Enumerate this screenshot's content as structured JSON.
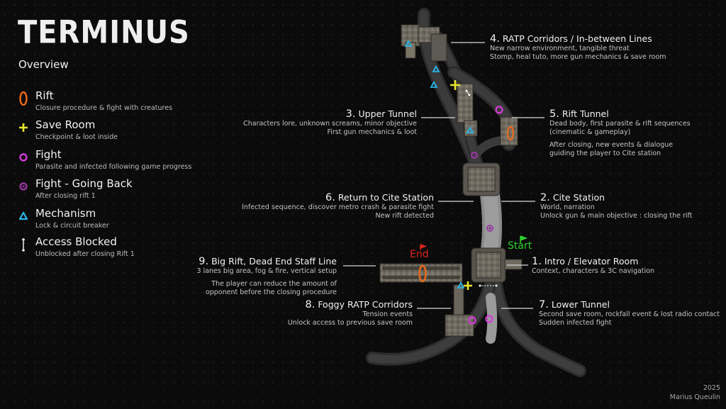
{
  "header": {
    "logo_text": "TERMINUS",
    "subtitle": "Overview"
  },
  "legend": [
    {
      "label": "Rift",
      "desc": "Closure procedure & fight with creatures",
      "icon": "rift-icon",
      "color": "#ef6b1c"
    },
    {
      "label": "Save Room",
      "desc": "Checkpoint & loot inside",
      "icon": "save-cross-icon",
      "color": "#e8e52a"
    },
    {
      "label": "Fight",
      "desc": "Parasite and infected following game progress",
      "icon": "fight-circle-icon",
      "color": "#d63ad9"
    },
    {
      "label": "Fight - Going Back",
      "desc": "After closing rift 1",
      "icon": "fight-back-circle-icon",
      "color": "#9b3aa3"
    },
    {
      "label": "Mechanism",
      "desc": "Lock & circuit breaker",
      "icon": "mechanism-triangle-icon",
      "color": "#29b6e8"
    },
    {
      "label": "Access Blocked",
      "desc": "Unblocked after closing Rift 1",
      "icon": "access-blocked-icon",
      "color": "#ffffff"
    }
  ],
  "areas": [
    {
      "num": "4.",
      "title": "RATP Corridors / In-between Lines",
      "lines": [
        "New narrow environment, tangible threat",
        "Stomp, heal tuto, more gun mechanics & save room"
      ]
    },
    {
      "num": "3.",
      "title": "Upper Tunnel",
      "lines": [
        "Characters lore, unknown screams, minor objective",
        "First gun mechanics & loot"
      ]
    },
    {
      "num": "5.",
      "title": "Rift Tunnel",
      "lines": [
        "Dead body, first parasite & rift sequences",
        "(cinematic & gameplay)"
      ],
      "lines2": [
        "After closing, new events & dialogue",
        "guiding the player to Cite station"
      ]
    },
    {
      "num": "6.",
      "title": "Return to Cite Station",
      "lines": [
        "Infected sequence, discover metro crash & parasite fight",
        "New rift detected"
      ]
    },
    {
      "num": "2.",
      "title": "Cite Station",
      "lines": [
        "World, narration",
        "Unlock gun & main objective : closing the rift"
      ]
    },
    {
      "num": "9.",
      "title": "Big Rift, Dead End Staff Line",
      "lines": [
        "3 lanes big area, fog & fire, vertical setup"
      ],
      "lines2": [
        "The player can reduce the amount of",
        "opponent before the closing procedure"
      ]
    },
    {
      "num": "1.",
      "title": "Intro / Elevator Room",
      "lines": [
        "Context, characters & 3C navigation"
      ]
    },
    {
      "num": "8.",
      "title": "Foggy RATP Corridors",
      "lines": [
        "Tension events",
        "Unlock access to previous save room"
      ]
    },
    {
      "num": "7.",
      "title": "Lower Tunnel",
      "lines": [
        "Second save room, rockfall event & lost radio contact",
        "Sudden infected fight"
      ]
    }
  ],
  "markers": {
    "start": "Start",
    "end": "End",
    "start_color": "#2ed02e",
    "end_color": "#e0231c"
  },
  "footer": {
    "year": "2025",
    "author": "Marius Queulin"
  }
}
